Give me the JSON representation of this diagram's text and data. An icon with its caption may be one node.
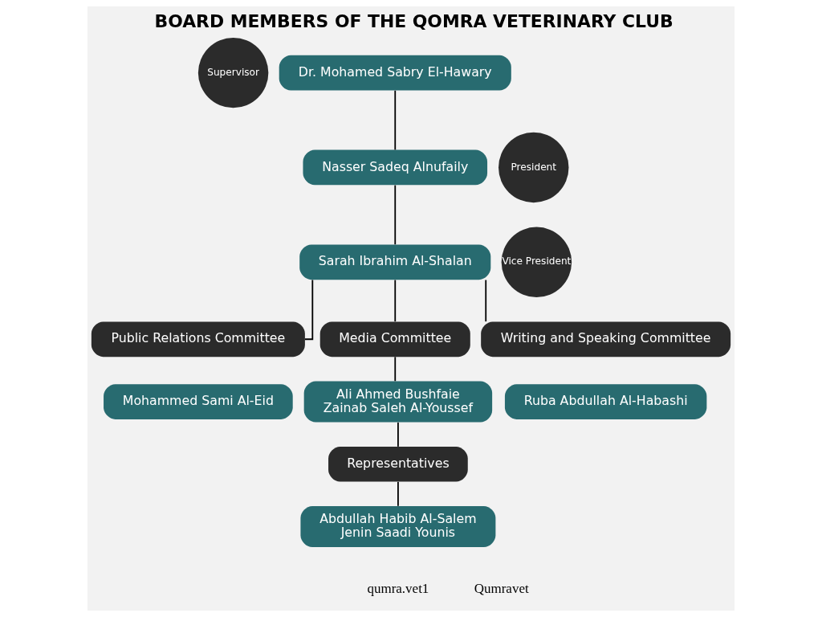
{
  "diagram": {
    "title": "BOARD MEMBERS OF THE QOMRA VETERINARY CLUB",
    "nodes": [
      {
        "text": [
          "Supervisor"
        ]
      },
      {
        "text": [
          "Dr. Mohamed Sabry El-Hawary"
        ]
      },
      {
        "text": [
          "President"
        ]
      },
      {
        "text": [
          "Nasser Sadeq Alnufaily"
        ]
      },
      {
        "text": [
          "Vice President"
        ]
      },
      {
        "text": [
          "Sarah Ibrahim Al-Shalan"
        ]
      },
      {
        "text": [
          "Public Relations Committee"
        ]
      },
      {
        "text": [
          "Media Committee"
        ]
      },
      {
        "text": [
          "Writing and Speaking Committee"
        ]
      },
      {
        "text": [
          "Mohammed Sami Al-Eid"
        ]
      },
      {
        "text": [
          "Ali Ahmed Bushfaie",
          "Zainab Saleh Al-Youssef"
        ]
      },
      {
        "text": [
          "Representatives"
        ]
      },
      {
        "text": [
          "Abdullah Habib Al-Salem",
          "Jenin Saadi Younis"
        ]
      },
      {
        "text": [
          "Ruba Abdullah Al-Habashi"
        ]
      }
    ],
    "edges": [
      {
        "from": 1,
        "to": 3,
        "arrow": "none"
      },
      {
        "from": 3,
        "to": 5,
        "arrow": "none"
      },
      {
        "from": 5,
        "to": 6,
        "arrow": "none"
      },
      {
        "from": 5,
        "to": 7,
        "arrow": "none"
      },
      {
        "from": 5,
        "to": 8,
        "arrow": "none"
      },
      {
        "from": 7,
        "to": 10,
        "arrow": "none"
      },
      {
        "from": 10,
        "to": 11,
        "arrow": "none"
      },
      {
        "from": 11,
        "to": 12,
        "arrow": "none"
      }
    ],
    "labels": [
      "qumra.vet1",
      "Qumravet"
    ]
  }
}
